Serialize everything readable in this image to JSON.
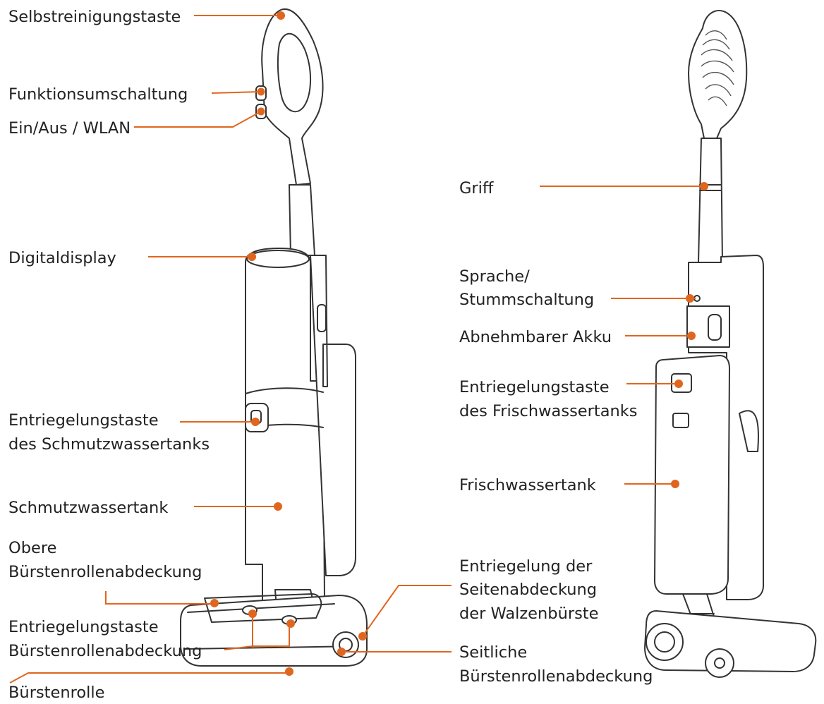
{
  "colors": {
    "accent": "#e0661f",
    "outline": "#333333",
    "text": "#222222"
  },
  "left_labels": {
    "self_cleaning": "Selbstreinigungstaste",
    "function_switch": "Funktionsumschaltung",
    "power_wlan": "Ein/Aus / WLAN",
    "digital_display": "Digitaldisplay",
    "dirty_tank_release": [
      "Entriegelungstaste",
      "des Schmutzwassertanks"
    ],
    "dirty_tank": "Schmutzwassertank",
    "upper_brush_cover": [
      "Obere",
      "Bürstenrollenabdeckung"
    ],
    "brush_cover_release": [
      "Entriegelungstaste",
      "Bürstenrollenabdeckung"
    ],
    "brush_roll": "Bürstenrolle"
  },
  "right_labels": {
    "handle": "Griff",
    "voice_mute": [
      "Sprache/",
      "Stummschaltung"
    ],
    "removable_battery": "Abnehmbarer Akku",
    "fresh_tank_release": [
      "Entriegelungstaste",
      "des Frischwassertanks"
    ],
    "fresh_tank": "Frischwassertank",
    "side_cover_release": [
      "Entriegelung der",
      "Seitenabdeckung",
      "der Walzenbürste"
    ],
    "side_brush_cover": [
      "Seitliche",
      "Bürstenrollenabdeckung"
    ]
  }
}
